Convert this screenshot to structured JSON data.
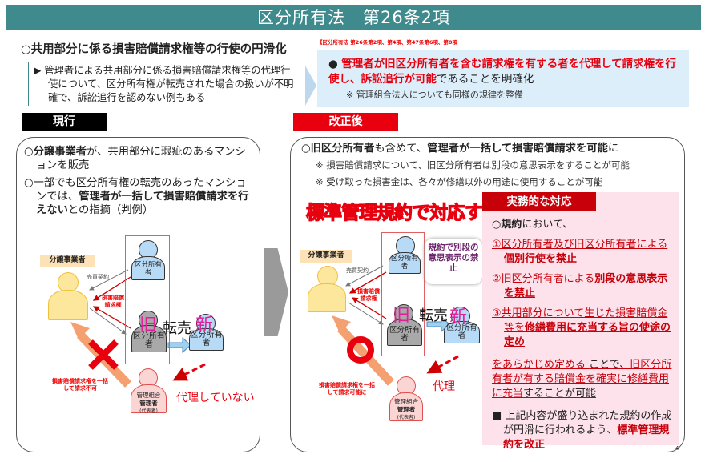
{
  "title": "区分所有法　第26条2項",
  "heading": {
    "mark": "○",
    "text": "共用部分に係る損害賠償請求権等の行使の円滑化"
  },
  "issue": "▶ 管理者による共用部分に係る損害賠償請求権等の代理行使について、区分所有権が転売された場合の扱いが不明確で、訴訟追行を認めない例もある",
  "reference": "【区分所有法 第26条第2項、第4項、第47条第6項、第8項",
  "amendment": {
    "bullet": "●",
    "red": "管理者が旧区分所有者を含む請求権を有する者を代理して請求権を行使し、訴訟追行が可能",
    "rest": "であることを明確化",
    "note": "※ 管理組合法人についても同様の規律を整備"
  },
  "current": {
    "label": "現行",
    "p1": {
      "mark": "○",
      "bold": "分譲事業者",
      "rest": "が、共用部分に瑕疵のあるマンションを販売"
    },
    "p2": {
      "pre": "○一部でも区分所有権の転売のあったマンションでは、",
      "bold": "管理者が一括して損害賠償請求を行えない",
      "rest": "との指摘（判例）"
    },
    "diagram": {
      "seller": "分譲事業者",
      "contract": "売買契約",
      "claim": "損害賠償請求権",
      "owner": "区分所有者",
      "old": "旧",
      "resale": "転売",
      "new": "新",
      "assoc": "管理組合",
      "manager": "管理者",
      "rep": "(代表者)",
      "result": "損害賠償請求権を一括して請求不可",
      "proxy": "代理していない"
    }
  },
  "revised": {
    "label": "改正後",
    "main": {
      "mark": "○",
      "b1": "旧区分所有者",
      "m": "も含めて、",
      "b2": "管理者が一括して損害賠償請求を可能",
      "e": "に"
    },
    "note1": "※ 損害賠償請求について、旧区分所有者は別段の意思表示をすることが可能",
    "note2": "※ 受け取った損害金は、各々が修繕以外の用途に使用することが可能",
    "slogan": "標準管理規約で対応する",
    "bubble": "規約で別段の意思表示の禁止",
    "diagram": {
      "seller": "分譲事業者",
      "contract": "売買契約",
      "claim": "損害賠償請求権",
      "owner": "区分所有者",
      "old": "旧",
      "resale": "転売",
      "new": "新",
      "assoc": "管理組合",
      "manager": "管理者",
      "rep": "(代表者)",
      "result": "損害賠償請求権を一括して請求可能に",
      "proxy": "代理"
    }
  },
  "practical": {
    "title": "実務的な対応",
    "intro_b": "○規約",
    "intro": "において、",
    "i1a": "①区分所有者及び旧区分所有者による",
    "i1b": "個別行使を禁止",
    "i2a": "②旧区分所有者による",
    "i2b": "別段の意思表示を禁止",
    "i3a": "③共用部分について生じた損害賠償金等を",
    "i3b": "修繕費用に充当する旨の使途の定め",
    "p2a": "をあらかじめ定める",
    "p2b": "ことで、",
    "p2c": "旧区分所有者が有する賠償金を確実に修繕費用に充当",
    "p2d": "することが可能",
    "p3a": "■ 上記内容が盛り込まれた規約の作成が円滑に行われるよう、",
    "p3b": "標準管理規約を改正"
  },
  "page": "4"
}
